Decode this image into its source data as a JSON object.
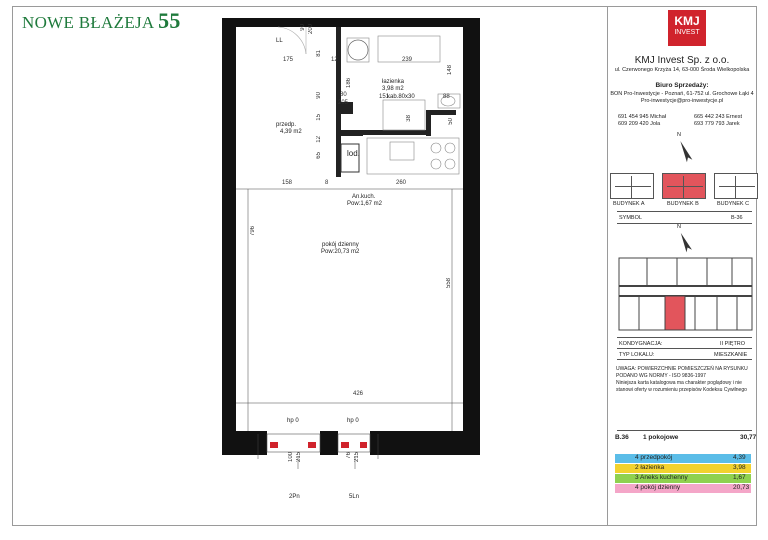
{
  "brand": {
    "name": "NOWE BŁAŻEJA",
    "number": "55"
  },
  "logo": {
    "line1": "KMJ",
    "line2": "INVEST"
  },
  "company": {
    "name": "KMJ Invest Sp. z o.o.",
    "address": "ul. Czerwonego Krzyża 14, 63-000 Środa Wielkopolska",
    "office_heading": "Biuro Sprzedaży:",
    "office_line1": "BON Pro-Inwestycje - Poznań, 61-752 ul. Grochowe Łąki 4",
    "office_line2": "Pro-inwestycje@pro-inwestycje.pl",
    "contacts_left": [
      "691 454 945 Michał",
      "609 209 420 Jola"
    ],
    "contacts_right": [
      "665 442 243 Ernest",
      "693 779 793 Jarek"
    ]
  },
  "compass_label": "N",
  "buildings": [
    {
      "label": "BUDYNEK A",
      "active": false
    },
    {
      "label": "BUDYNEK B",
      "active": true
    },
    {
      "label": "BUDYNEK C",
      "active": false
    }
  ],
  "symbol": {
    "label": "SYMBOL",
    "value": "B-36"
  },
  "floor": {
    "label": "KONDYGNACJA:",
    "value": "II PIĘTRO"
  },
  "type": {
    "label": "TYP LOKALU:",
    "value": "MIESZKANIE"
  },
  "notes": {
    "line1": "UWAGA: POWIERZCHNIE POMIESZCZEŃ NA RYSUNKU",
    "line2": "PODANO WG NORMY - ISO 9836-1997",
    "line3": "Niniejsza karta katalogowa ma charakter poglądowy i nie",
    "line4": "stanowi oferty w rozumieniu przepisów Kodeksu Cywilnego"
  },
  "summary": {
    "code": "B.36",
    "type": "1 pokojowe",
    "area": "30,77"
  },
  "rooms_table": [
    {
      "name": "4 przedpokój",
      "area": "4,39",
      "color": "#5bbde8"
    },
    {
      "name": "2 łazienka",
      "area": "3,98",
      "color": "#f2d22e"
    },
    {
      "name": "3 Aneks kuchenny",
      "area": "1,67",
      "color": "#8fd14f"
    },
    {
      "name": "4 pokój dzienny",
      "area": "20,73",
      "color": "#f4a6c8"
    }
  ],
  "plan": {
    "labels": {
      "przedpokoj": "przedp.",
      "przedpokoj_area": "4,39 m2",
      "lazienka": "łazienka",
      "lazienka_area": "3,98 m2",
      "kabina": "kab.80x30",
      "lod": "lod.",
      "aneks": "An.kuch.",
      "aneks_area": "Pow:1,67 m2",
      "pokoj": "pokój dzienny",
      "pokoj_area": "Pow:20,73 m2",
      "ll": "LL",
      "hp_left": "hp 0",
      "hp_right": "hp 0",
      "win_left": "2Pn",
      "win_right": "5Ln"
    },
    "dims": {
      "d90": "90",
      "d200": "200",
      "d175": "175",
      "d81": "81",
      "d12a": "12",
      "d239": "239",
      "d148": "148",
      "d186": "186",
      "d80": "80",
      "d205": "205",
      "d90b": "90",
      "d151": "151",
      "d88": "88",
      "d15": "15",
      "d38": "38",
      "d50": "50",
      "d12b": "12",
      "d65": "65",
      "d158": "158",
      "d8": "8",
      "d260": "260",
      "d796": "796",
      "d558": "558",
      "d426": "426",
      "d100": "100",
      "d215a": "215",
      "d76": "76",
      "d215b": "215"
    }
  }
}
